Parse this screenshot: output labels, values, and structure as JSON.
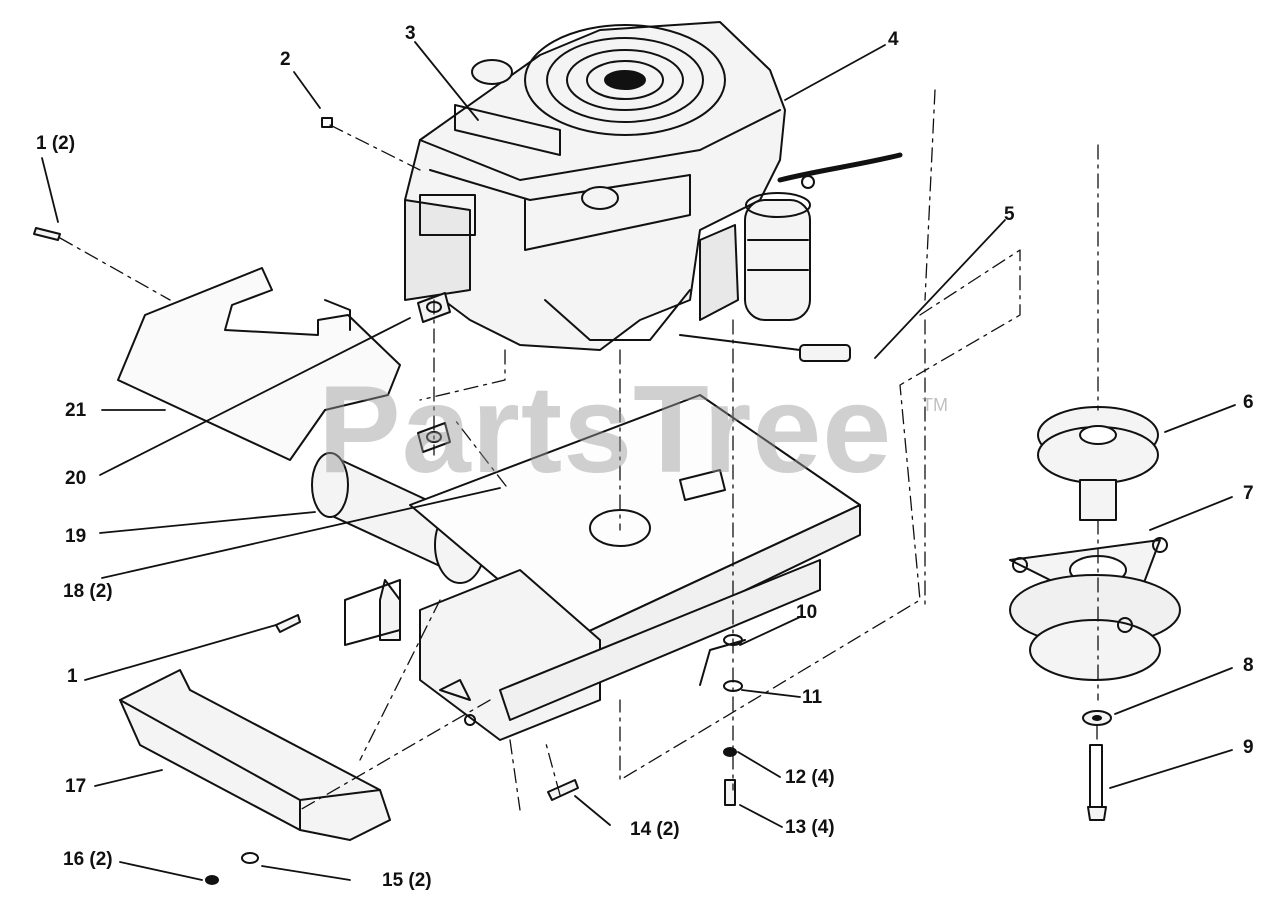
{
  "watermark": {
    "text": "PartsTree",
    "trademark": "TM"
  },
  "colors": {
    "ink": "#111111",
    "watermark": "#969696",
    "background": "#ffffff"
  },
  "parts": [
    {
      "id": "p1a",
      "label": "1 (2)",
      "name": "bolt"
    },
    {
      "id": "p2",
      "label": "2",
      "name": "fuel-cap-clip"
    },
    {
      "id": "p3",
      "label": "3",
      "name": "engine-shroud"
    },
    {
      "id": "p4",
      "label": "4",
      "name": "engine"
    },
    {
      "id": "p5",
      "label": "5",
      "name": "fuel-fitting"
    },
    {
      "id": "p6",
      "label": "6",
      "name": "pulley"
    },
    {
      "id": "p7",
      "label": "7",
      "name": "pto-clutch"
    },
    {
      "id": "p8",
      "label": "8",
      "name": "washer"
    },
    {
      "id": "p9",
      "label": "9",
      "name": "clutch-bolt"
    },
    {
      "id": "p10",
      "label": "10",
      "name": "bracket"
    },
    {
      "id": "p11",
      "label": "11",
      "name": "washer"
    },
    {
      "id": "p12",
      "label": "12 (4)",
      "name": "lock-washer"
    },
    {
      "id": "p13",
      "label": "13 (4)",
      "name": "bolt"
    },
    {
      "id": "p14",
      "label": "14 (2)",
      "name": "bolt"
    },
    {
      "id": "p15",
      "label": "15 (2)",
      "name": "washer"
    },
    {
      "id": "p16",
      "label": "16 (2)",
      "name": "nut"
    },
    {
      "id": "p17",
      "label": "17",
      "name": "front-bumper"
    },
    {
      "id": "p18",
      "label": "18 (2)",
      "name": "nut"
    },
    {
      "id": "p19",
      "label": "19",
      "name": "muffler"
    },
    {
      "id": "p20",
      "label": "20",
      "name": "gasket"
    },
    {
      "id": "p21",
      "label": "21",
      "name": "heat-shield"
    },
    {
      "id": "p1b",
      "label": "1",
      "name": "bolt"
    }
  ]
}
